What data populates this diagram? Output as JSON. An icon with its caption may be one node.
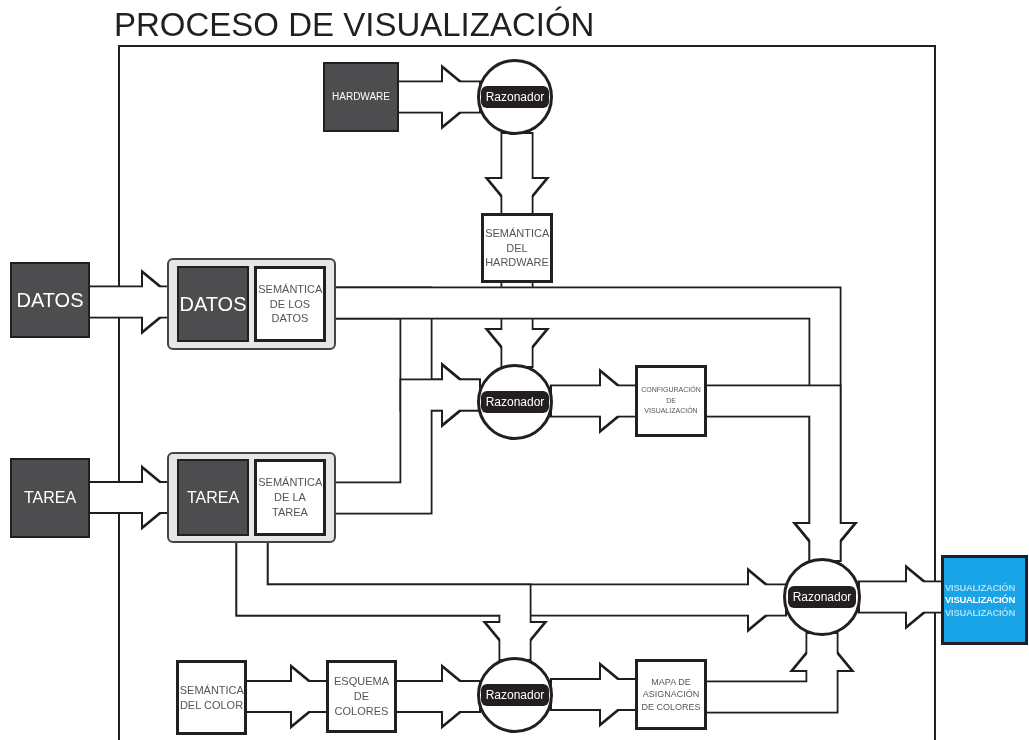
{
  "diagram": {
    "title": "PROCESO DE VISUALIZACIÓN",
    "nodes": [
      {
        "text": [
          "HARDWARE"
        ]
      },
      {
        "text": [
          "Razonador"
        ]
      },
      {
        "text": [
          "SEMÁNTICA DEL HARDWARE"
        ]
      },
      {
        "text": [
          "DATOS"
        ]
      },
      {
        "text": [],
        "shape": "box"
      },
      {
        "text": [
          "DATOS"
        ],
        "in": 4
      },
      {
        "text": [
          "SEMÁNTICA DE LOS DATOS"
        ],
        "in": 4
      },
      {
        "text": [
          "Razonador"
        ]
      },
      {
        "text": [
          "CONFIGURACIÓN DE VISUALIZACIÓN"
        ]
      },
      {
        "text": [
          "TAREA"
        ]
      },
      {
        "text": [],
        "shape": "box"
      },
      {
        "text": [
          "TAREA"
        ],
        "in": 10
      },
      {
        "text": [
          "SEMÁNTICA DE LA TAREA"
        ],
        "in": 10
      },
      {
        "text": [
          "Razonador"
        ]
      },
      {
        "text": [
          "VISUALIZACIÓN",
          "VISUALIZACIÓN",
          "VISUALIZACIÓN"
        ]
      },
      {
        "text": [
          "SEMÁNTICA DEL COLOR"
        ]
      },
      {
        "text": [
          "ESQUEMA DE COLORES"
        ]
      },
      {
        "text": [
          "Razonador"
        ]
      },
      {
        "text": [
          "MAPA DE ASIGNACIÓN DE COLORES"
        ]
      }
    ],
    "edges": [
      {
        "from": 0,
        "to": 1,
        "arrow": "to"
      },
      {
        "from": 1,
        "to": 2,
        "arrow": "to"
      },
      {
        "from": 2,
        "to": 7,
        "arrow": "to"
      },
      {
        "from": 3,
        "to": 5,
        "arrow": "to"
      },
      {
        "from": 9,
        "to": 11,
        "arrow": "to"
      },
      {
        "from": 4,
        "to": 7,
        "arrow": "to"
      },
      {
        "from": 4,
        "to": 13,
        "arrow": "to"
      },
      {
        "from": 10,
        "to": 7,
        "arrow": "to"
      },
      {
        "from": 10,
        "to": 13,
        "arrow": "to"
      },
      {
        "from": 10,
        "to": 17,
        "arrow": "to"
      },
      {
        "from": 7,
        "to": 8,
        "arrow": "to"
      },
      {
        "from": 8,
        "to": 13,
        "arrow": "to"
      },
      {
        "from": 15,
        "to": 16,
        "arrow": "to"
      },
      {
        "from": 16,
        "to": 17,
        "arrow": "to"
      },
      {
        "from": 17,
        "to": 18,
        "arrow": "to"
      },
      {
        "from": 18,
        "to": 13,
        "arrow": "to"
      },
      {
        "from": 13,
        "to": 14,
        "arrow": "to"
      }
    ]
  }
}
